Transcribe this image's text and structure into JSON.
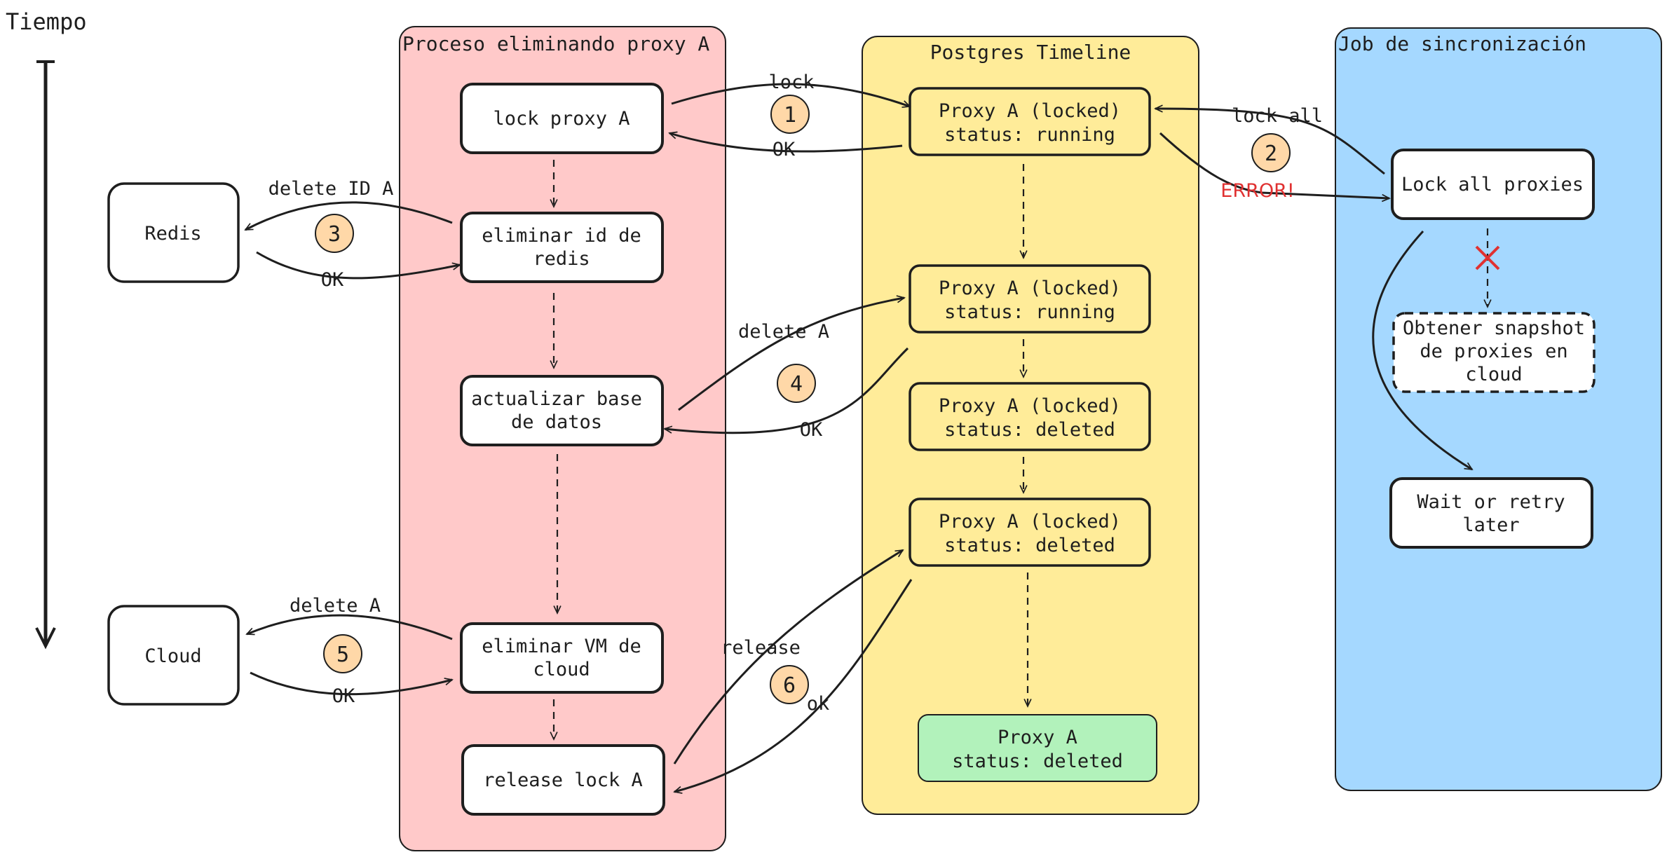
{
  "axis": {
    "label": "Tiempo"
  },
  "lanes": {
    "process": {
      "title": "Proceso eliminando proxy A",
      "fill": "#ffc9c9"
    },
    "postgres": {
      "title": "Postgres Timeline",
      "fill": "#ffec99"
    },
    "sync": {
      "title": "Job de sincronización",
      "fill": "#a5d8ff"
    }
  },
  "external": {
    "redis": "Redis",
    "cloud": "Cloud"
  },
  "process_steps": {
    "lock": "lock proxy A",
    "redis_1": "eliminar id de",
    "redis_2": "redis",
    "db_1": "actualizar base",
    "db_2": "de datos",
    "vm_1": "eliminar VM de",
    "vm_2": "cloud",
    "release": "release lock A"
  },
  "postgres_states": {
    "s1_1": "Proxy A (locked)",
    "s1_2": "status: running",
    "s2_1": "Proxy A (locked)",
    "s2_2": "status: running",
    "s3_1": "Proxy A (locked)",
    "s3_2": "status: deleted",
    "s4_1": "Proxy A (locked)",
    "s4_2": "status: deleted",
    "final_1": "Proxy A",
    "final_2": "status: deleted",
    "final_fill": "#b2f2bb"
  },
  "sync_steps": {
    "lock_all": "Lock all proxies",
    "snapshot_1": "Obtener snapshot",
    "snapshot_2": "de proxies en",
    "snapshot_3": "cloud",
    "wait_1": "Wait or retry",
    "wait_2": "later"
  },
  "arrow_labels": {
    "lock": "lock",
    "ok_lock": "OK",
    "lock_all": "lock all",
    "error": "ERROR!",
    "delete_id": "delete ID A",
    "ok_redis": "OK",
    "delete_a_db": "delete A",
    "ok_db": "OK",
    "delete_a_cloud": "delete A",
    "ok_cloud": "OK",
    "release": "release",
    "ok_release": "ok"
  },
  "badges": [
    "1",
    "2",
    "3",
    "4",
    "5",
    "6"
  ],
  "colors": {
    "badge": "#ffd8a8",
    "error": "#e03131",
    "stroke": "#1e1e1e"
  }
}
